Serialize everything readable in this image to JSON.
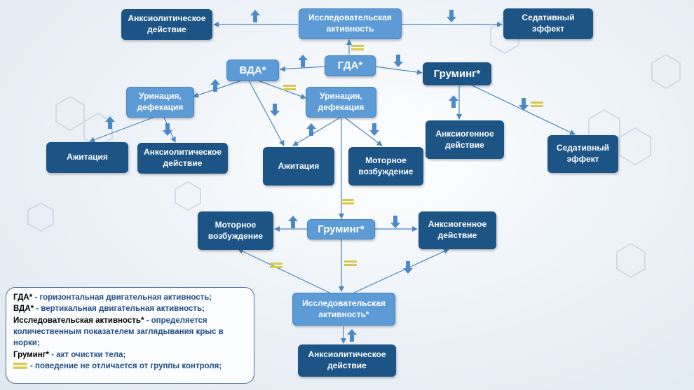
{
  "nodes": {
    "top_anx": "Анксиолитическое действие",
    "top_research": "Исследовательская активность",
    "top_sed": "Седативный эффект",
    "vda": "ВДА*",
    "gda": "ГДА*",
    "groom1": "Груминг*",
    "urin_left": "Уринация, дефекация",
    "urin_mid": "Уринация, дефекация",
    "ag_left": "Ажитация",
    "anx_left": "Анксиолитическое действие",
    "ag_mid": "Ажитация",
    "motor_mid": "Моторное возбуждение",
    "anxgen_right": "Анксиогенное действие",
    "sed_right": "Седативный эффект",
    "motor_low": "Моторное возбуждение",
    "groom2": "Груминг*",
    "anxgen_low": "Анксиогенное действие",
    "research_low": "Исследовательская активность*",
    "anx_bottom": "Анксиолитическое действие"
  },
  "legend": {
    "l1k": "ГДА*",
    "l1v": " - горизонтальная двигательная активность;",
    "l2k": "ВДА*",
    "l2v": " - вертикальная двигательная активность;",
    "l3k": "Исследовательская активность*",
    "l3v": " - определяется количественным показателем заглядывания крыс в норки;",
    "l4k": "Груминг*",
    "l4v": " - акт очистки тела;",
    "l5v": "- поведение не отличается от группы контроля;"
  },
  "colors": {
    "dark_box": "#1d5486",
    "light_box": "#5d9bd6",
    "arrow": "#4a8ac8",
    "eq": "#d9c84a",
    "line": "#4a86c0"
  },
  "icons": [
    "up-arrow-icon",
    "down-arrow-icon",
    "equal-sign-icon"
  ]
}
